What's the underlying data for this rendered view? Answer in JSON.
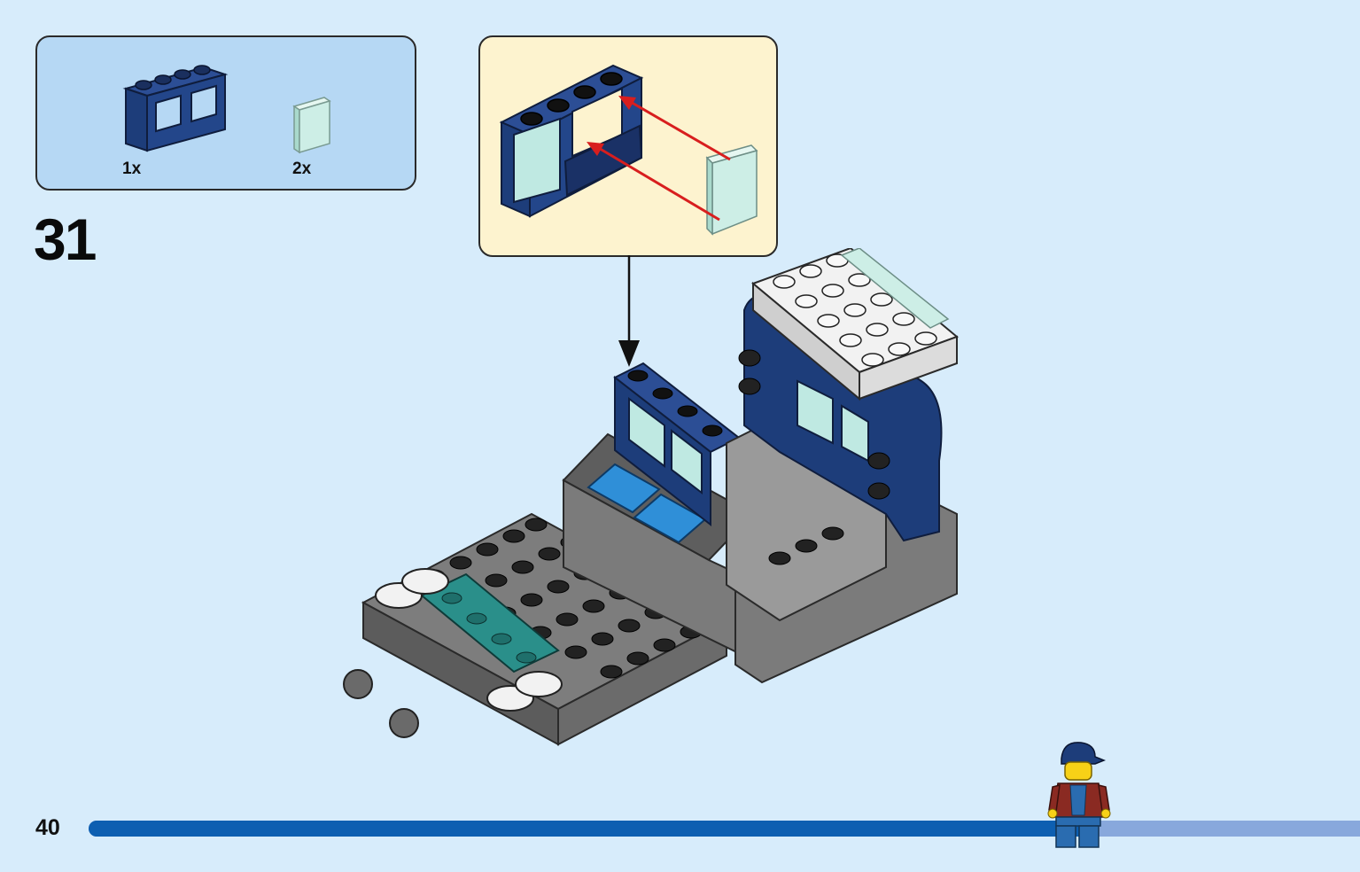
{
  "parts_list": {
    "items": [
      {
        "icon": "window-frame-1x4x2-dark-blue-icon",
        "quantity": "1x",
        "color": "#1d3d7a"
      },
      {
        "icon": "window-glass-pane-trans-clear-icon",
        "quantity": "2x",
        "color": "#cdeee6"
      }
    ]
  },
  "step": {
    "number": "31"
  },
  "callout": {
    "arrow_color": "#d81e1e",
    "box_color": "#fdf3cf"
  },
  "page": {
    "number": "40"
  },
  "progress": {
    "fraction": 0.79,
    "fill_color": "#0d5fb1",
    "track_color": "#88a8dc"
  },
  "colors": {
    "background": "#d7ecfb",
    "parts_box": "#b6d8f4",
    "dark_blue": "#1d3d7a",
    "dark_gray": "#6b6b6b"
  }
}
